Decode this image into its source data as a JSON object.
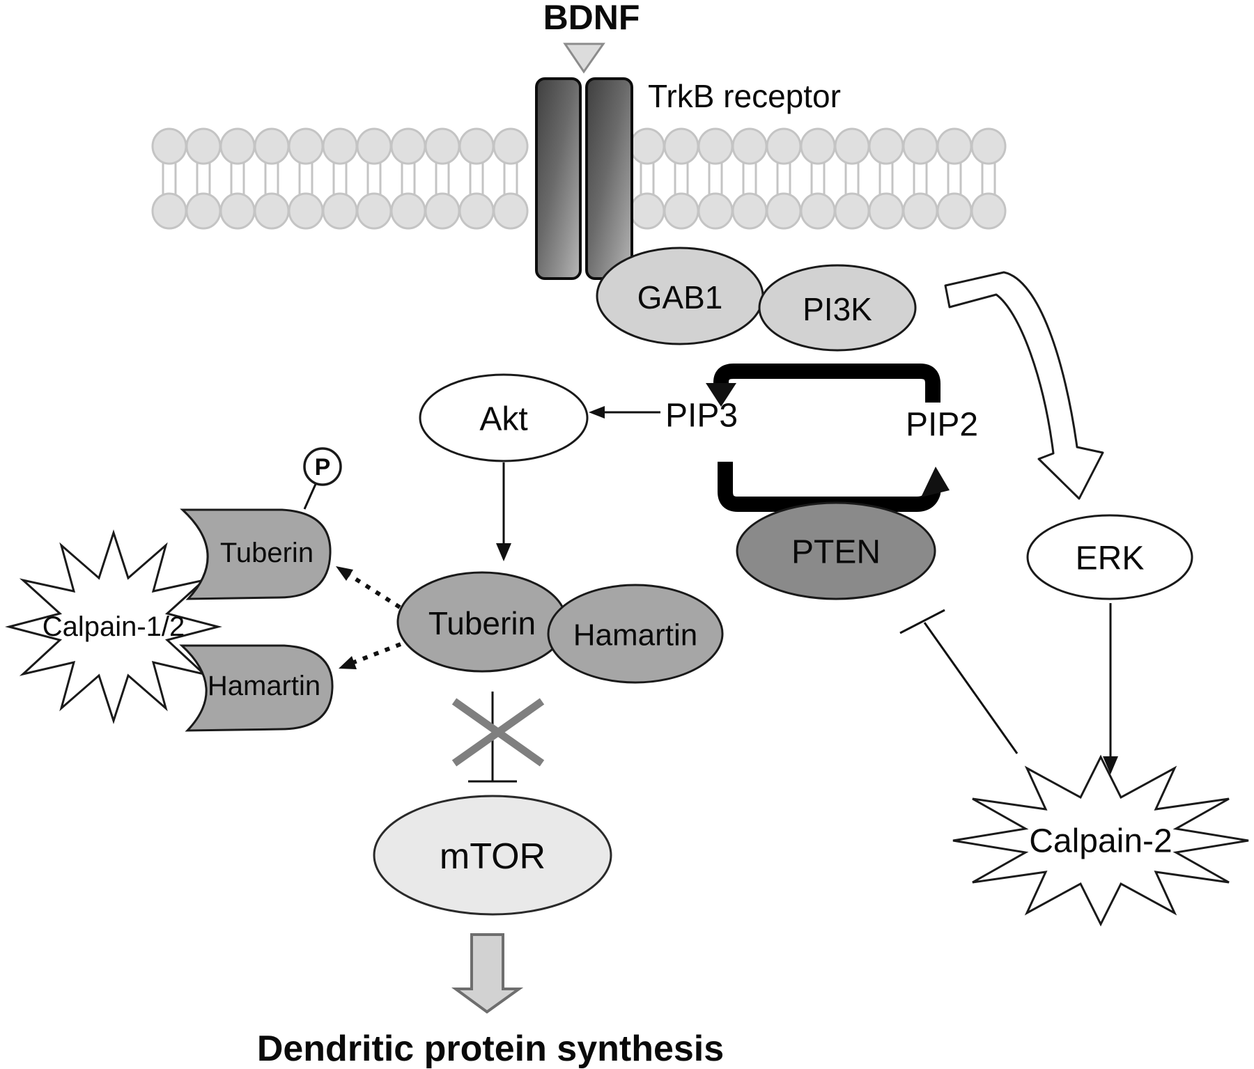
{
  "figure": {
    "type": "signaling-pathway-diagram",
    "labels": {
      "ligand": "BDNF",
      "receptor": "TrkB receptor",
      "gab1": "GAB1",
      "pi3k": "PI3K",
      "pip3": "PIP3",
      "pip2": "PIP2",
      "akt": "Akt",
      "pten": "PTEN",
      "erk": "ERK",
      "tuberin_complex": "Tuberin",
      "hamartin_complex": "Hamartin",
      "tuberin_fragment": "Tuberin",
      "hamartin_fragment": "Hamartin",
      "phospho": "P",
      "calpain12": "Calpain-1/2",
      "calpain2": "Calpain-2",
      "mtor": "mTOR",
      "output": "Dendritic protein synthesis"
    },
    "colors": {
      "node_light": "#d2d2d2",
      "node_mid": "#a6a6a6",
      "node_dark": "#8a8a8a",
      "node_pale": "#e9e9e9",
      "node_white": "#ffffff",
      "membrane_head": "#dfdfdf",
      "membrane_stroke": "#c4c4c4",
      "triangle_fill": "#dcdcdc",
      "triangle_stroke": "#8c8c8c",
      "block_arrow_fill": "#d2d2d2",
      "block_arrow_stroke": "#6e6e6e",
      "cross_gray": "#7f7f7f",
      "outline": "#1a1a1a"
    }
  }
}
